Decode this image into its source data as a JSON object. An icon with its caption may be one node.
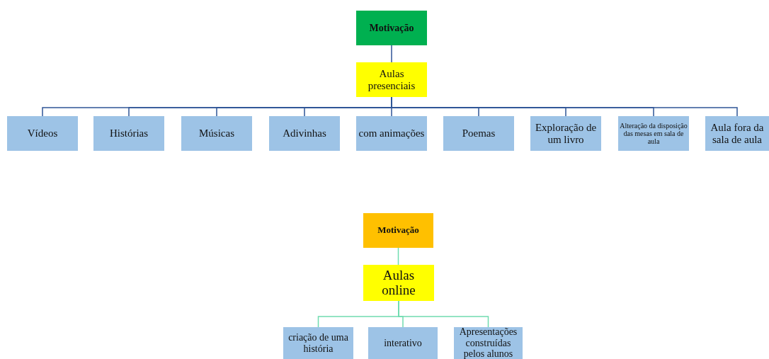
{
  "diagram": {
    "nodes": [
      {
        "text": [
          "Motivação"
        ]
      },
      {
        "text": [
          "Aulas presenciais"
        ]
      },
      {
        "text": [
          "Vídeos"
        ]
      },
      {
        "text": [
          "Histórias"
        ]
      },
      {
        "text": [
          "Músicas"
        ]
      },
      {
        "text": [
          "Adivinhas"
        ]
      },
      {
        "text": [
          "com animações"
        ]
      },
      {
        "text": [
          "Poemas"
        ]
      },
      {
        "text": [
          "Exploração de um livro"
        ]
      },
      {
        "text": [
          "Alteração da disposição das mesas em sala de aula"
        ]
      },
      {
        "text": [
          "Aula fora da sala de aula"
        ]
      },
      {
        "text": [
          "Motivação"
        ]
      },
      {
        "text": [
          "Aulas online"
        ]
      },
      {
        "text": [
          "criação de uma história"
        ]
      },
      {
        "text": [
          "interativo"
        ]
      },
      {
        "text": [
          "Apresentações construídas pelos alunos"
        ]
      }
    ],
    "edges": [
      {
        "from": 0,
        "to": 1,
        "arrow": "none"
      },
      {
        "from": 1,
        "to": 2,
        "arrow": "none"
      },
      {
        "from": 1,
        "to": 3,
        "arrow": "none"
      },
      {
        "from": 1,
        "to": 4,
        "arrow": "none"
      },
      {
        "from": 1,
        "to": 5,
        "arrow": "none"
      },
      {
        "from": 1,
        "to": 6,
        "arrow": "none"
      },
      {
        "from": 1,
        "to": 7,
        "arrow": "none"
      },
      {
        "from": 1,
        "to": 8,
        "arrow": "none"
      },
      {
        "from": 1,
        "to": 9,
        "arrow": "none"
      },
      {
        "from": 1,
        "to": 10,
        "arrow": "none"
      },
      {
        "from": 11,
        "to": 12,
        "arrow": "none",
        "color": "#70dcb0"
      },
      {
        "from": 12,
        "to": 13,
        "arrow": "none",
        "color": "#70dcb0"
      },
      {
        "from": 12,
        "to": 14,
        "arrow": "none",
        "color": "#70dcb0"
      },
      {
        "from": 12,
        "to": 15,
        "arrow": "none",
        "color": "#70dcb0"
      }
    ]
  }
}
